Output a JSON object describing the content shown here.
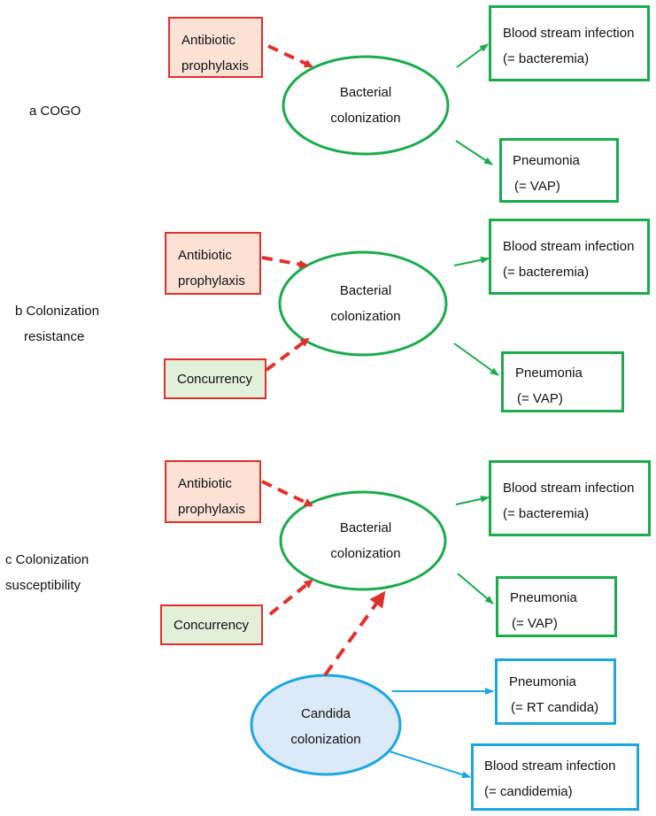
{
  "sections": [
    {
      "label": [
        "a COGO"
      ],
      "antibiotic": [
        "Antibiotic",
        "prophylaxis"
      ],
      "bacterial": [
        "Bacterial",
        "colonization"
      ],
      "bsi": [
        "Blood stream infection",
        "(= bacteremia)"
      ],
      "pneumonia": [
        "Pneumonia",
        "(= VAP)"
      ]
    },
    {
      "label": [
        "b Colonization",
        "resistance"
      ],
      "antibiotic": [
        "Antibiotic",
        "prophylaxis"
      ],
      "concurrency": "Concurrency",
      "bacterial": [
        "Bacterial",
        "colonization"
      ],
      "bsi": [
        "Blood stream infection",
        "(= bacteremia)"
      ],
      "pneumonia": [
        "Pneumonia",
        "(= VAP)"
      ]
    },
    {
      "label": [
        "c Colonization",
        "susceptibility"
      ],
      "antibiotic": [
        "Antibiotic",
        "prophylaxis"
      ],
      "concurrency": "Concurrency",
      "bacterial": [
        "Bacterial",
        "colonization"
      ],
      "bsi": [
        "Blood stream infection",
        "(= bacteremia)"
      ],
      "pneumonia": [
        "Pneumonia",
        "(= VAP)"
      ],
      "candida": [
        "Candida",
        "colonization"
      ],
      "candida_pneumonia": [
        "Pneumonia",
        "(= RT candida)"
      ],
      "candida_bsi": [
        "Blood stream infection",
        "(= candidemia)"
      ]
    }
  ],
  "colors": {
    "red": "#e0302b",
    "green": "#1aab4b",
    "blue": "#1ba6e2",
    "antibiotic_fill": "#fbe2d5",
    "concurrency_fill": "#e2efd9",
    "candida_fill": "#dce9f6"
  }
}
